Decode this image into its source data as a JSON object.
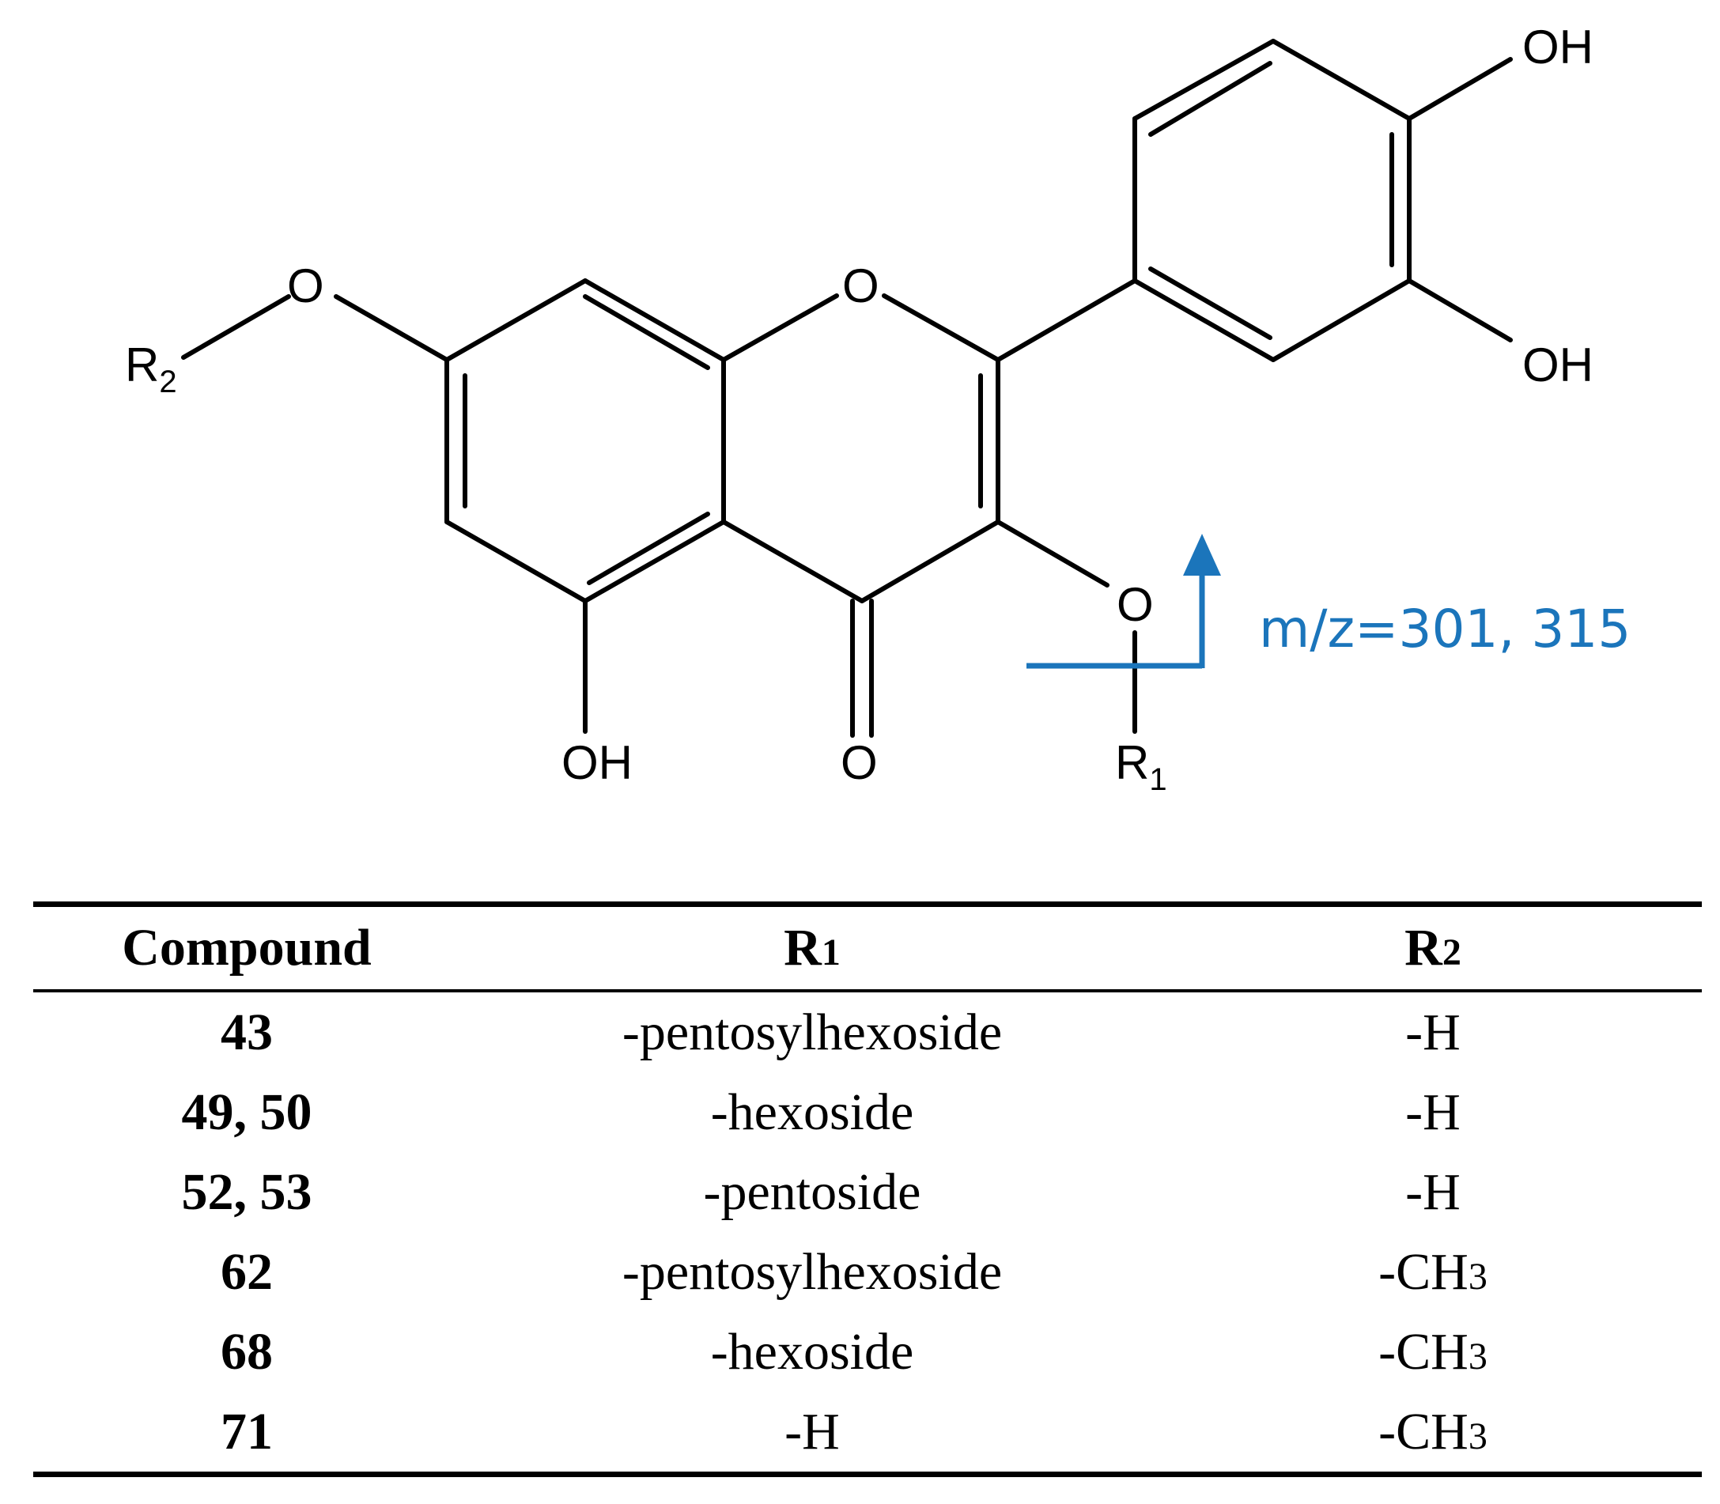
{
  "structure": {
    "atoms": {
      "oh_top": "OH",
      "oh_right": "OH",
      "oh_bottom": "OH",
      "o_ring": "O",
      "o_left": "O",
      "o_carbonyl": "O",
      "o_r1": "O",
      "r2_letter": "R",
      "r2_index": "2",
      "r1_letter": "R",
      "r1_index": "1"
    },
    "annotation": "m/z=301, 315",
    "annotation_color": "#1b75bb"
  },
  "table": {
    "headers": {
      "compound": "Compound",
      "r1_letter": "R",
      "r1_index": "1",
      "r2_letter": "R",
      "r2_index": "2"
    },
    "rows": [
      {
        "compound": "43",
        "r1": "-pentosylhexoside",
        "r2": "-H",
        "r2_sub": ""
      },
      {
        "compound": "49, 50",
        "r1": "-hexoside",
        "r2": "-H",
        "r2_sub": ""
      },
      {
        "compound": "52, 53",
        "r1": "-pentoside",
        "r2": "-H",
        "r2_sub": ""
      },
      {
        "compound": "62",
        "r1": "-pentosylhexoside",
        "r2": "-CH",
        "r2_sub": "3"
      },
      {
        "compound": "68",
        "r1": "-hexoside",
        "r2": "-CH",
        "r2_sub": "3"
      },
      {
        "compound": "71",
        "r1": "-H",
        "r2": "-CH",
        "r2_sub": "3"
      }
    ]
  }
}
